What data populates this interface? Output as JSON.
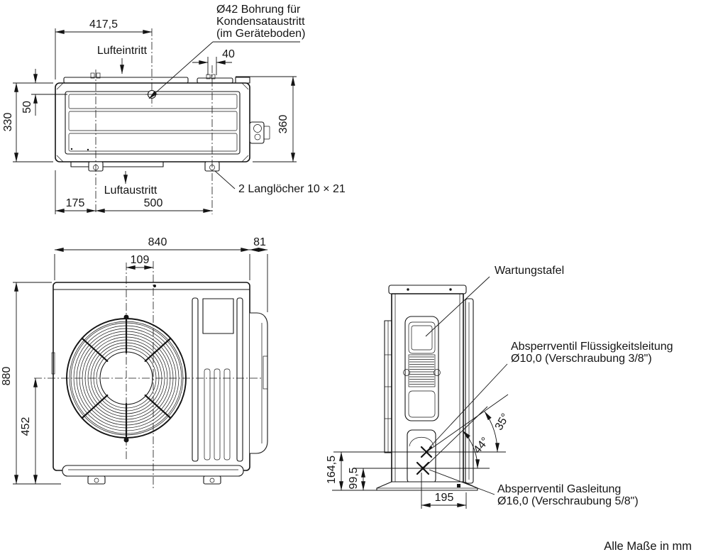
{
  "note": "Alle Maße in mm",
  "top_view": {
    "labels": {
      "condensate_line1": "Ø42 Bohrung für",
      "condensate_line2": "Kondensataustritt",
      "condensate_line3": "(im Geräteboden)",
      "air_inlet": "Lufteintritt",
      "air_outlet": "Luftaustritt",
      "slots": "2 Langlöcher 10 × 21"
    },
    "dims": {
      "hole_from_left": "417,5",
      "hole_offset": "40",
      "depth": "330",
      "inlet_inset": "50",
      "overall_depth": "360",
      "foot_left": "175",
      "foot_span": "500"
    }
  },
  "front_view": {
    "dims": {
      "width": "840",
      "valve_side": "81",
      "drain_offset": "109",
      "height": "880",
      "fan_center_height": "452"
    }
  },
  "side_view": {
    "labels": {
      "service_panel": "Wartungstafel",
      "liquid_valve_line1": "Absperrventil Flüssigkeitsleitung",
      "liquid_valve_line2": "Ø10,0 (Verschraubung 3/8\")",
      "gas_valve_line1": "Absperrventil Gasleitung",
      "gas_valve_line2": "Ø16,0 (Verschraubung 5/8\")"
    },
    "dims": {
      "liquid_valve_height": "164,5",
      "gas_valve_height": "99,5",
      "base_depth": "195",
      "liquid_valve_angle": "35°",
      "gas_valve_angle": "44°"
    }
  }
}
